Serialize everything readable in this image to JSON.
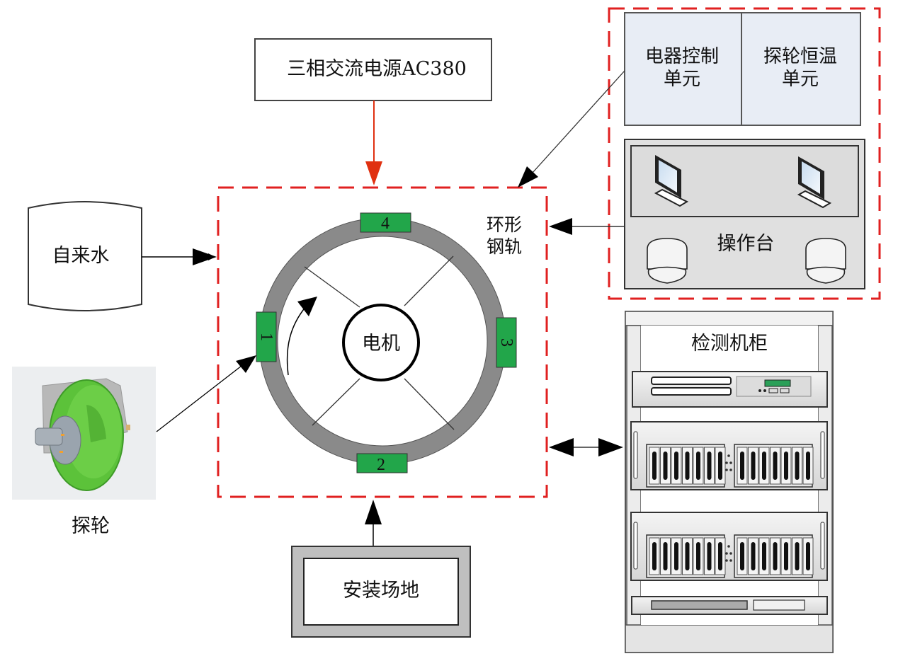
{
  "diagram": {
    "power_source": {
      "label": "三相交流电源AC380"
    },
    "tap_water": {
      "label": "自来水"
    },
    "probe_wheel": {
      "label": "探轮"
    },
    "ring_rail": {
      "label_line1": "环形",
      "label_line2": "钢轨"
    },
    "motor": {
      "label": "电机"
    },
    "rail_positions": [
      "1",
      "2",
      "3",
      "4"
    ],
    "control_units": [
      {
        "line1": "电器控制",
        "line2": "单元"
      },
      {
        "line1": "探轮恒温",
        "line2": "单元"
      }
    ],
    "console": {
      "label": "操作台"
    },
    "cabinet": {
      "label": "检测机柜"
    },
    "install_site": {
      "label": "安装场地"
    },
    "colors": {
      "dashed_boundary": "#e02020",
      "power_arrow": "#e03010",
      "rail": "#8a8a8a",
      "position_marker": "#22a64a",
      "control_unit_fill": "#e8edf5",
      "console_fill": "#e0e0e0"
    }
  }
}
